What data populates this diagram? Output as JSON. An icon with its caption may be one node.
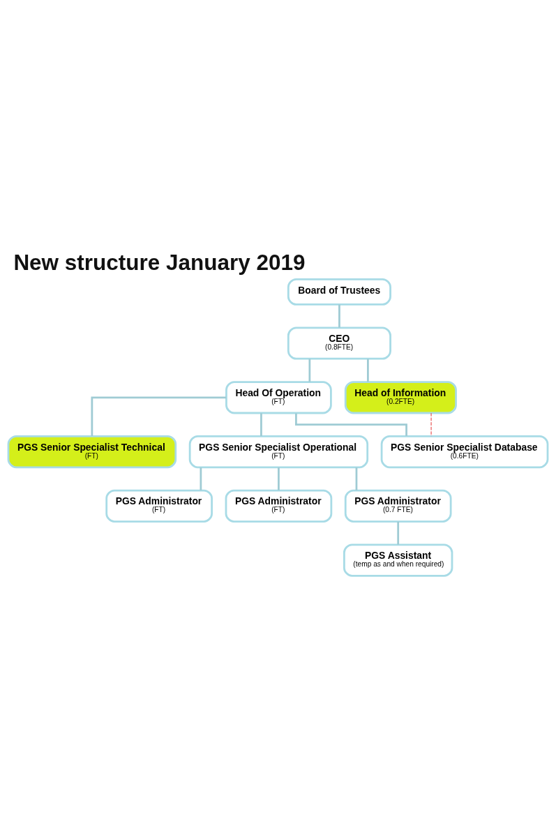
{
  "diagram": {
    "title": "New structure January 2019",
    "nodes": [
      {
        "text": [
          "Board of Trustees"
        ]
      },
      {
        "text": [
          "CEO",
          "(0.8FTE)"
        ]
      },
      {
        "text": [
          "Head Of Operation",
          "(FT)"
        ]
      },
      {
        "text": [
          "Head of Information",
          "(0.2FTE)"
        ]
      },
      {
        "text": [
          "PGS Senior Specialist Technical",
          "(FT)"
        ]
      },
      {
        "text": [
          "PGS Senior Specialist Operational",
          "(FT)"
        ]
      },
      {
        "text": [
          "PGS Senior Specialist Database",
          "(0.6FTE)"
        ]
      },
      {
        "text": [
          "PGS Administrator",
          "(FT)"
        ]
      },
      {
        "text": [
          "PGS Administrator",
          "(FT)"
        ]
      },
      {
        "text": [
          "PGS Administrator",
          "(0.7 FTE)"
        ]
      },
      {
        "text": [
          "PGS Assistant",
          "(temp as and when required)"
        ]
      }
    ],
    "edges": [
      {
        "from": 0,
        "to": 1,
        "arrow": "none"
      },
      {
        "from": 1,
        "to": 2,
        "arrow": "none"
      },
      {
        "from": 1,
        "to": 3,
        "arrow": "none"
      },
      {
        "from": 2,
        "to": 4,
        "arrow": "none"
      },
      {
        "from": 2,
        "to": 5,
        "arrow": "none"
      },
      {
        "from": 2,
        "to": 6,
        "arrow": "none"
      },
      {
        "from": 3,
        "to": 6,
        "arrow": "none",
        "style": "dashed",
        "color": "#e02020"
      },
      {
        "from": 5,
        "to": 7,
        "arrow": "none"
      },
      {
        "from": 5,
        "to": 8,
        "arrow": "none"
      },
      {
        "from": 5,
        "to": 9,
        "arrow": "none"
      },
      {
        "from": 9,
        "to": 10,
        "arrow": "none"
      }
    ]
  }
}
